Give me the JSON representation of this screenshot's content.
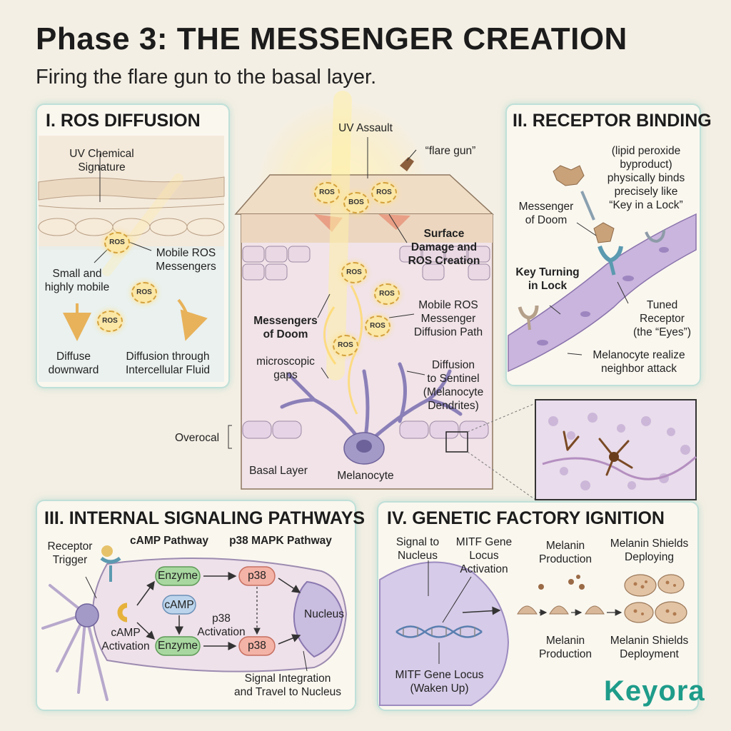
{
  "header": {
    "title": "Phase 3: THE MESSENGER CREATION",
    "subtitle": "Firing the flare gun to the basal layer."
  },
  "ros_badge": "ROS",
  "bos_badge": "BOS",
  "panel1": {
    "title": "I. ROS DIFFUSION",
    "uv_signature": "UV Chemical\nSignature",
    "mobile_ros": "Mobile ROS\nMessengers",
    "small_mobile": "Small and\nhighly mobile",
    "diffuse_down": "Diffuse\ndownward",
    "diffusion_fluid": "Diffusion through\nIntercellular Fluid"
  },
  "center": {
    "uv_assault": "UV Assault",
    "flare_gun": "“flare gun”",
    "surface_damage": "Surface\nDamage and\nROS Creation",
    "messengers_doom": "Messengers\nof Doom",
    "mobile_path": "Mobile ROS\nMessenger\nDiffusion Path",
    "micro_gaps": "microscopic\ngaps",
    "diffusion_sentinel": "Diffusion\nto Sentinel\n(Melanocyte\nDendrites)",
    "overocal": "Overocal",
    "basal_layer": "Basal Layer",
    "melanocyte": "Melanocyte"
  },
  "panel2": {
    "title": "II. RECEPTOR BINDING",
    "lipid": "(lipid peroxide\nbyproduct)\nphysically binds\nprecisely like\n“Key in a Lock”",
    "messenger_doom": "Messenger\nof Doom",
    "key_turning": "Key Turning\nin Lock",
    "tuned_receptor": "Tuned\nReceptor\n(the “Eyes”)",
    "melanocyte_realize": "Melanocyte realize\nneighbor attack"
  },
  "panel3": {
    "title": "III. INTERNAL SIGNALING PATHWAYS",
    "receptor_trigger": "Receptor\nTrigger",
    "camp_pathway": "cAMP Pathway",
    "p38_pathway": "p38 MAPK Pathway",
    "enzyme": "Enzyme",
    "camp": "cAMP",
    "p38": "p38",
    "p38_activation": "p38\nActivation",
    "camp_activation": "cAMP\nActivation",
    "nucleus": "Nucleus",
    "signal_integration": "Signal Integration\nand Travel to Nucleus"
  },
  "panel4": {
    "title": "IV. GENETIC FACTORY IGNITION",
    "signal_nucleus": "Signal to\nNucleus",
    "mitf_activation": "MITF Gene\nLocus\nActivation",
    "melanin_production": "Melanin\nProduction",
    "melanin_shields_deploying": "Melanin Shields\nDeploying",
    "melanin_shields_deployment": "Melanin Shields\nDeployment",
    "mitf_woken": "MITF Gene Locus\n(Waken Up)"
  },
  "logo": {
    "text": "Keyora"
  },
  "colors": {
    "accent": "#1e9c8a",
    "panel_border": "#bfe0d8",
    "skin": "#f2dfc7",
    "cell": "#c9b5d9",
    "enzyme": "#a8d8a0",
    "p38": "#f3b3a6"
  }
}
